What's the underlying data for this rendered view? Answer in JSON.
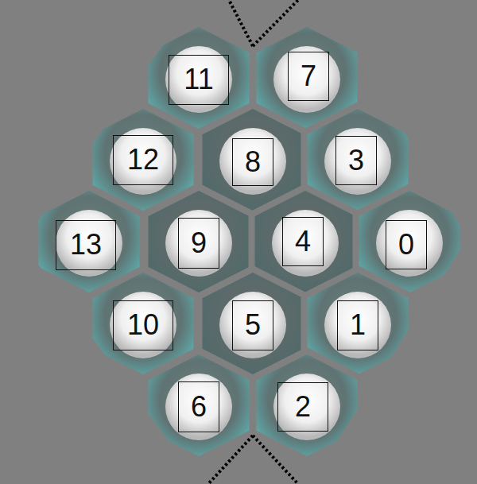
{
  "diagram": {
    "nodes": [
      {
        "text": [
          "11"
        ]
      },
      {
        "text": [
          "7"
        ]
      },
      {
        "text": [
          "12"
        ]
      },
      {
        "text": [
          "8"
        ]
      },
      {
        "text": [
          "3"
        ]
      },
      {
        "text": [
          "13"
        ]
      },
      {
        "text": [
          "9"
        ]
      },
      {
        "text": [
          "4"
        ]
      },
      {
        "text": [
          "0"
        ]
      },
      {
        "text": [
          "10"
        ]
      },
      {
        "text": [
          "5"
        ]
      },
      {
        "text": [
          "1"
        ]
      },
      {
        "text": [
          "6"
        ]
      },
      {
        "text": [
          "2"
        ]
      }
    ]
  }
}
